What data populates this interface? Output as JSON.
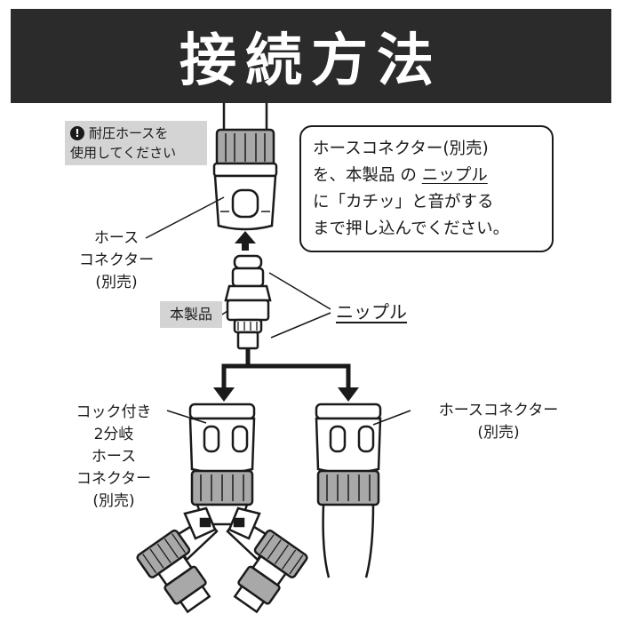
{
  "title": "接続方法",
  "warning": {
    "icon": "exclamation-icon",
    "line1": "耐圧ホースを",
    "line2": "使用してください"
  },
  "callout": {
    "line1": "ホースコネクター(別売)",
    "line2_a": "を、本製品 の ",
    "line2_u": "ニップル",
    "line3": "に「カチッ」と音がする",
    "line4": "まで押し込んでください。"
  },
  "labels": {
    "top_connector": [
      "ホース",
      "コネクター",
      "(別売)"
    ],
    "product": "本製品",
    "nipple": "ニップル",
    "cock_connector": [
      "コック付き",
      "2分岐",
      "ホース",
      "コネクター",
      "(別売)"
    ],
    "right_connector": [
      "ホースコネクター",
      "(別売)"
    ]
  },
  "colors": {
    "header_bg": "#2b2b2b",
    "tag_bg": "#d4d4d4",
    "ink": "#1a1a1a"
  }
}
